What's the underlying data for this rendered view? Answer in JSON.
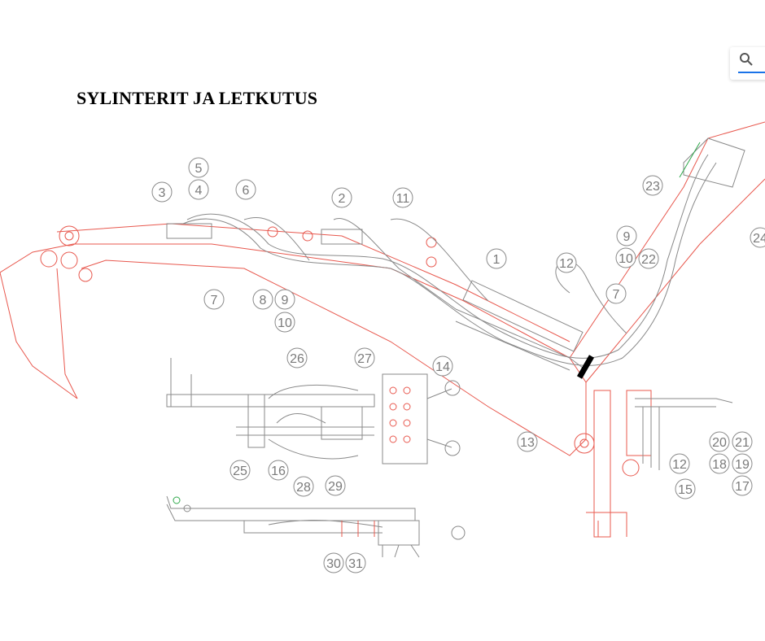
{
  "document": {
    "title": "SYLINTERIT JA LETKUTUS"
  },
  "colors": {
    "frame": "#e8584e",
    "hose": "#8a8a8a",
    "label": "#7a7a7a",
    "accent": "#1a73e8",
    "marker": "#2ea84a"
  },
  "search_widget": {
    "icon": "search-icon"
  },
  "callouts": [
    "5",
    "3",
    "4",
    "6",
    "2",
    "11",
    "1",
    "12",
    "9",
    "10",
    "22",
    "23",
    "24",
    "7",
    "8",
    "9",
    "10",
    "7",
    "14",
    "26",
    "27",
    "13",
    "25",
    "16",
    "28",
    "29",
    "20",
    "21",
    "18",
    "19",
    "17",
    "12",
    "15",
    "30",
    "31"
  ]
}
